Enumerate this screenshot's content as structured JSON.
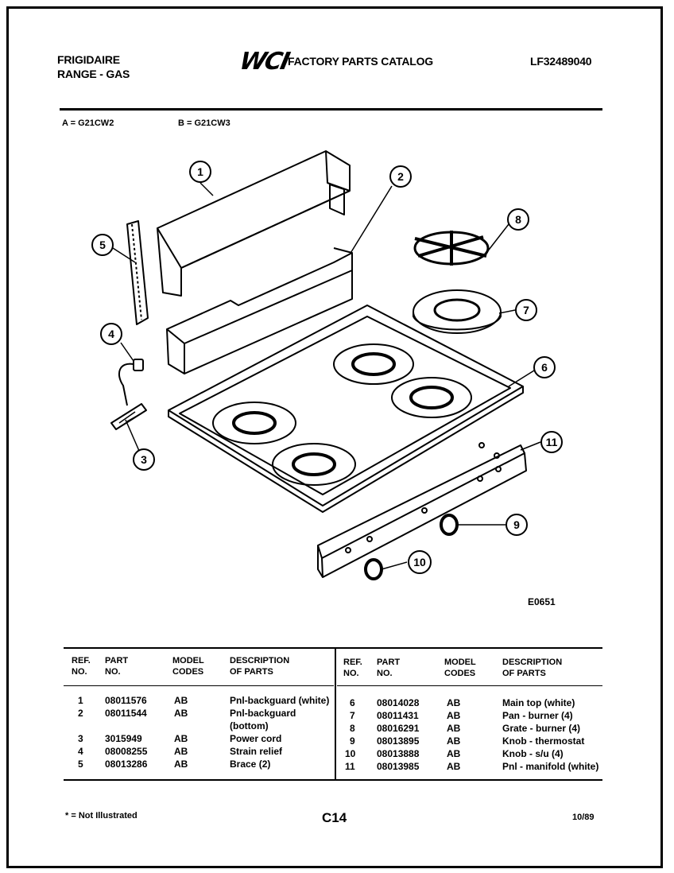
{
  "header": {
    "brand_line1": "FRIGIDAIRE",
    "brand_line2": "RANGE - GAS",
    "logo": "WCI",
    "catalog_title": "FACTORY PARTS CATALOG",
    "catalog_number": "LF32489040"
  },
  "models": {
    "model_a": "A = G21CW2",
    "model_b": "B = G21CW3"
  },
  "diagram": {
    "callouts": [
      "1",
      "2",
      "3",
      "4",
      "5",
      "6",
      "7",
      "8",
      "9",
      "10",
      "11"
    ],
    "drawing_code": "E0651"
  },
  "table": {
    "headers": {
      "ref_line1": "REF.",
      "ref_line2": "NO.",
      "part_line1": "PART",
      "part_line2": "NO.",
      "model_line1": "MODEL",
      "model_line2": "CODES",
      "desc_line1": "DESCRIPTION",
      "desc_line2": "OF PARTS"
    },
    "left_rows": [
      {
        "ref": "1",
        "part": "08011576",
        "codes": "AB",
        "desc": "Pnl-backguard (white)"
      },
      {
        "ref": "2",
        "part": "08011544",
        "codes": "AB",
        "desc": "Pnl-backguard",
        "desc2": "(bottom)"
      },
      {
        "ref": "3",
        "part": "3015949",
        "codes": "AB",
        "desc": "Power cord"
      },
      {
        "ref": "4",
        "part": "08008255",
        "codes": "AB",
        "desc": "Strain relief"
      },
      {
        "ref": "5",
        "part": "08013286",
        "codes": "AB",
        "desc": "Brace (2)"
      }
    ],
    "right_rows": [
      {
        "ref": "6",
        "part": "08014028",
        "codes": "AB",
        "desc": "Main top (white)"
      },
      {
        "ref": "7",
        "part": "08011431",
        "codes": "AB",
        "desc": "Pan - burner (4)"
      },
      {
        "ref": "8",
        "part": "08016291",
        "codes": "AB",
        "desc": "Grate - burner (4)"
      },
      {
        "ref": "9",
        "part": "08013895",
        "codes": "AB",
        "desc": "Knob - thermostat"
      },
      {
        "ref": "10",
        "part": "08013888",
        "codes": "AB",
        "desc": "Knob - s/u (4)"
      },
      {
        "ref": "11",
        "part": "08013985",
        "codes": "AB",
        "desc": "Pnl - manifold (white)"
      }
    ]
  },
  "footer": {
    "note": "* = Not Illustrated",
    "page_code": "C14",
    "date": "10/89"
  }
}
